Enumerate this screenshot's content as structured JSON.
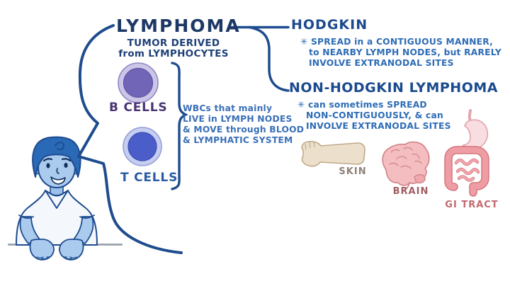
{
  "colors": {
    "ink_navy": "#1e4c8e",
    "title_navy": "#1d3866",
    "header_blue": "#1b4a8e",
    "body_blue": "#2e6cb6",
    "b_cells_purple": "#4a3473",
    "t_cells_blue": "#2b5ba5",
    "b_cell_fill": "#7065b6",
    "t_cell_fill": "#4a5dc9",
    "skin_label": "#8f8177",
    "brain_label": "#a15f63",
    "gi_label": "#c16a6f"
  },
  "speech_bubble": {
    "title": "LYMPHOMA",
    "definition": [
      "TUMOR DERIVED",
      "from LYMPHOCYTES"
    ],
    "b_cell_label": "B CELLS",
    "t_cell_label": "T CELLS",
    "wbc_note": [
      "WBCs that mainly",
      "LIVE in LYMPH NODES",
      "& MOVE through BLOOD",
      "& LYMPHATIC SYSTEM"
    ]
  },
  "hodgkin": {
    "title": "HODGKIN",
    "points": [
      "✳ SPREAD in a CONTIGUOUS MANNER,",
      "to NEARBY LYMPH NODES, but RARELY",
      "INVOLVE EXTRANODAL SITES"
    ]
  },
  "non_hodgkin": {
    "title": "NON-HODGKIN LYMPHOMA",
    "points": [
      "✳ can sometimes SPREAD",
      "NON-CONTIGUOUSLY, & can",
      "INVOLVE EXTRANODAL SITES"
    ]
  },
  "extranodal_sites": {
    "skin_label": "SKIN",
    "brain_label": "BRAIN",
    "gi_tract_label": "GI TRACT"
  }
}
